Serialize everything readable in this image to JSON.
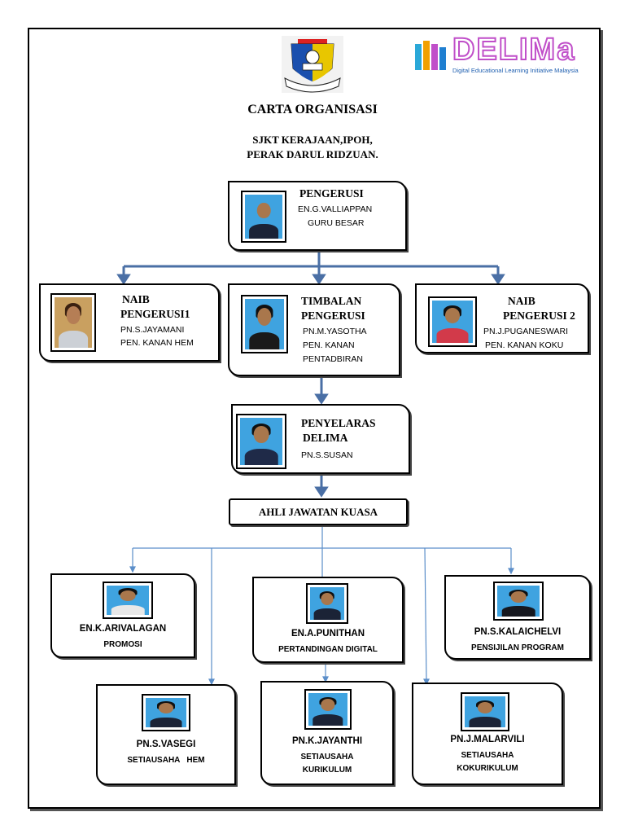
{
  "header": {
    "title": "CARTA ORGANISASI",
    "school_line1": "SJKT KERAJAAN,IPOH,",
    "school_line2": "PERAK DARUL RIDZUAN.",
    "delima_word": "DELIMa",
    "delima_tagline": "Digital Educational Learning Initiative Malaysia",
    "colors": {
      "delima_purple": "#c04fc9",
      "delima_blue": "#1f7fd1"
    }
  },
  "pengerusi": {
    "role": "PENGERUSI",
    "name": "EN.G.VALLIAPPAN",
    "title": "GURU BESAR"
  },
  "naib1": {
    "role_line1": "NAIB",
    "role_line2": "PENGERUSI1",
    "name": "PN.S.JAYAMANI",
    "title": "PEN. KANAN HEM"
  },
  "timbalan": {
    "role_line1": "TIMBALAN",
    "role_line2": "PENGERUSI",
    "name": "PN.M.YASOTHA",
    "title_line1": "PEN. KANAN",
    "title_line2": "PENTADBIRAN"
  },
  "naib2": {
    "role_line1": "NAIB",
    "role_line2": "PENGERUSI 2",
    "name": "PN.J.PUGANESWARI",
    "title": "PEN. KANAN KOKU"
  },
  "penyelaras": {
    "role_line1": "PENYELARAS",
    "role_line2": "DELIMA",
    "name": "PN.S.SUSAN"
  },
  "ajk": {
    "label": "AHLI JAWATAN KUASA"
  },
  "members": {
    "arivalagan": {
      "name": "EN.K.ARIVALAGAN",
      "role": "PROMOSI"
    },
    "punithan": {
      "name": "EN.A.PUNITHAN",
      "role": "PERTANDINGAN DIGITAL"
    },
    "kalaichelvi": {
      "name": "PN.S.KALAICHELVI",
      "role": "PENSIJILAN PROGRAM"
    },
    "vasegi": {
      "name": "PN.S.VASEGI",
      "role": "SETIAUSAHA   HEM"
    },
    "jayanthi": {
      "name": "PN.K.JAYANTHI",
      "role_line1": "SETIAUSAHA",
      "role_line2": "KURIKULUM"
    },
    "malarvili": {
      "name": "PN.J.MALARVILI",
      "role_line1": "SETIAUSAHA",
      "role_line2": "KOKURIKULUM"
    }
  }
}
